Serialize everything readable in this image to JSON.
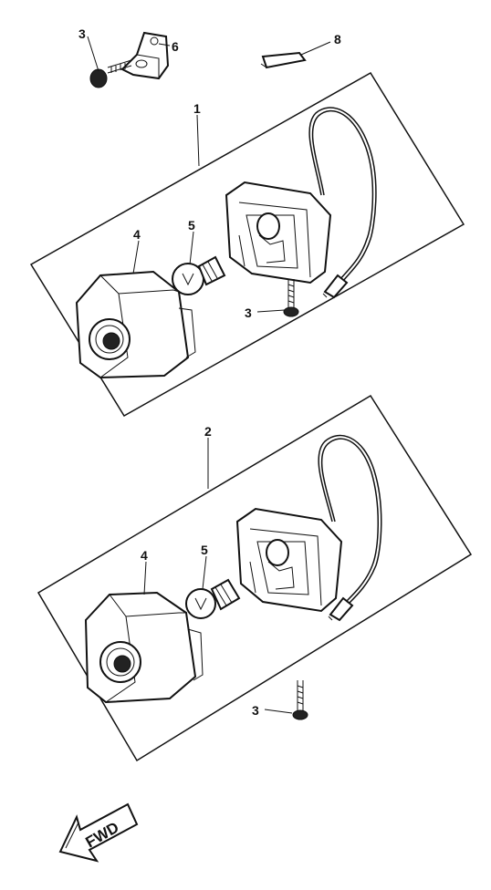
{
  "callouts": {
    "c1": "1",
    "c2": "2",
    "c3_top": "3",
    "c3_a": "3",
    "c3_b": "3",
    "c4_a": "4",
    "c4_b": "4",
    "c5_a": "5",
    "c5_b": "5",
    "c6": "6",
    "c8": "8"
  },
  "fwd_arrow": {
    "text": "FWD"
  }
}
